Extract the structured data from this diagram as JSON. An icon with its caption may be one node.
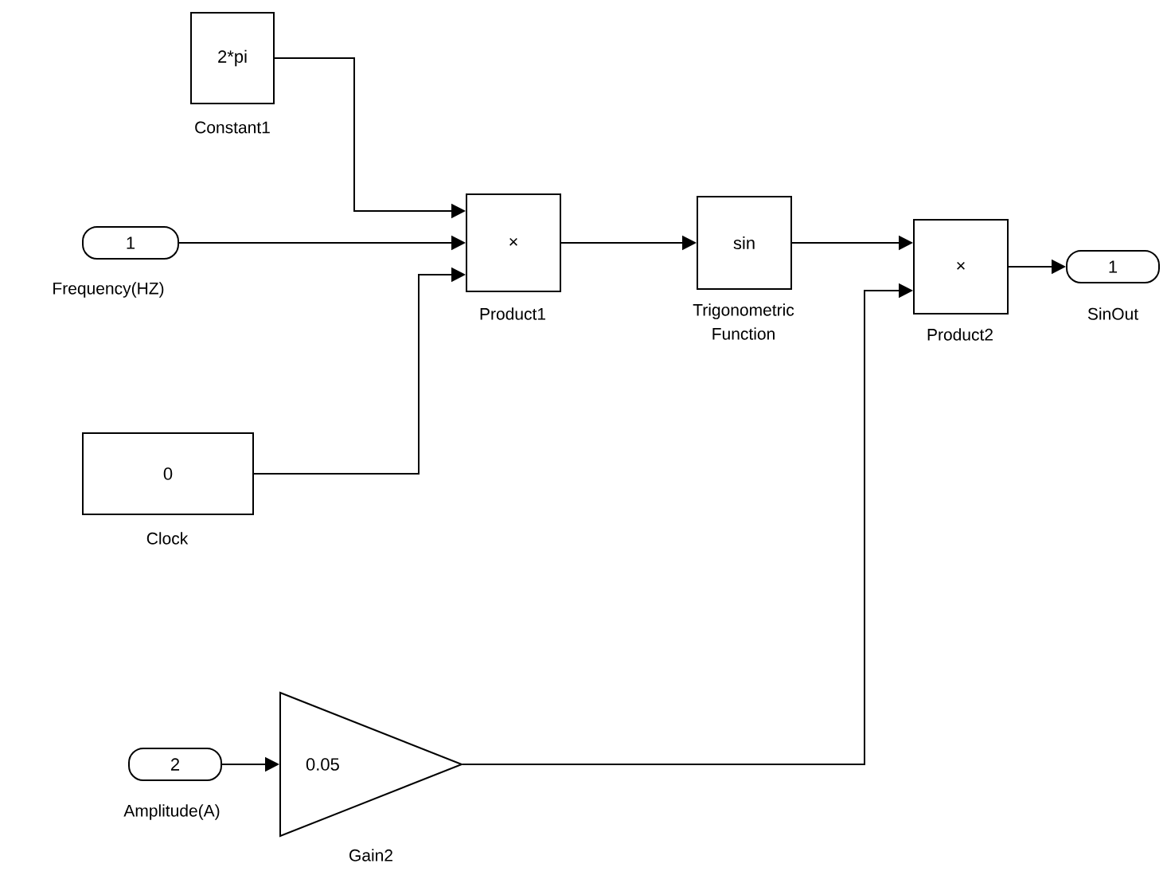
{
  "diagram": {
    "nodes": [
      {
        "text": [
          "2*pi"
        ],
        "beside": [
          "Constant1"
        ]
      },
      {
        "text": [
          "1"
        ],
        "beside": [
          "Frequency(HZ)"
        ]
      },
      {
        "text": [
          "×"
        ],
        "beside": [
          "Product1"
        ]
      },
      {
        "text": [
          "sin"
        ],
        "beside": [
          "Trigonometric Function"
        ]
      },
      {
        "text": [
          "×"
        ],
        "beside": [
          "Product2"
        ]
      },
      {
        "text": [
          "1"
        ],
        "beside": [
          "SinOut"
        ]
      },
      {
        "text": [
          "0"
        ],
        "beside": [
          "Clock"
        ]
      },
      {
        "text": [
          "2"
        ],
        "beside": [
          "Amplitude(A)"
        ]
      },
      {
        "text": [
          "0.05"
        ],
        "beside": [
          "Gain2"
        ]
      }
    ],
    "edges": [
      {
        "from": 0,
        "to": 2,
        "arrow": "to"
      },
      {
        "from": 1,
        "to": 2,
        "arrow": "to"
      },
      {
        "from": 6,
        "to": 2,
        "arrow": "to"
      },
      {
        "from": 2,
        "to": 3,
        "arrow": "to"
      },
      {
        "from": 3,
        "to": 4,
        "arrow": "to"
      },
      {
        "from": 8,
        "to": 4,
        "arrow": "to"
      },
      {
        "from": 4,
        "to": 5,
        "arrow": "to"
      },
      {
        "from": 7,
        "to": 8,
        "arrow": "to"
      }
    ]
  }
}
